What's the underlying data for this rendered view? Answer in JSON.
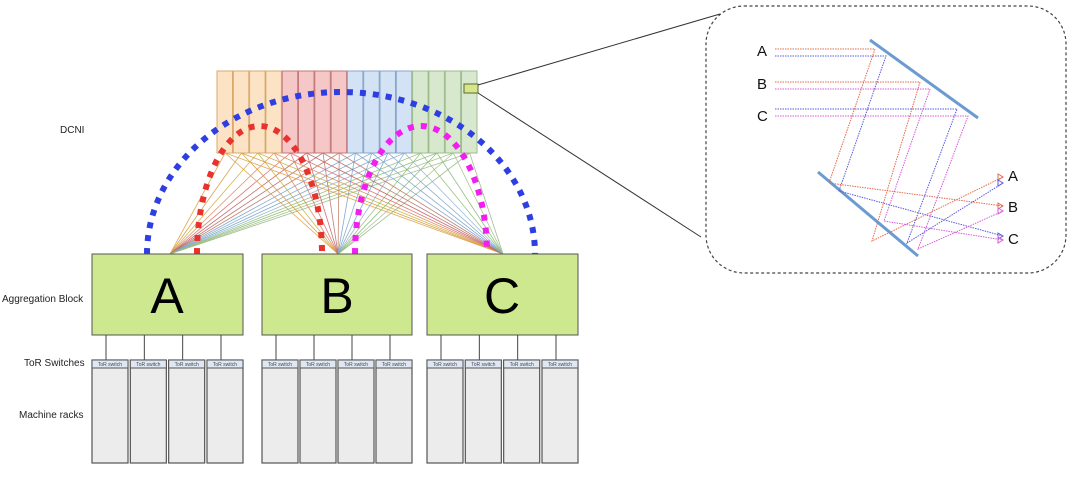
{
  "labels": {
    "dcni": "DCNI",
    "aggregation": "Aggregation Block",
    "tor": "ToR Switches",
    "racks": "Machine racks"
  },
  "dcni": {
    "panel_groups": [
      {
        "name": "orange",
        "fill": "#fde3c6",
        "stroke": "#d9a86b",
        "count": 4
      },
      {
        "name": "red",
        "fill": "#f6c7c7",
        "stroke": "#c27a7a",
        "count": 4
      },
      {
        "name": "blue",
        "fill": "#d3e3f5",
        "stroke": "#8aa7c8",
        "count": 4
      },
      {
        "name": "green",
        "fill": "#d7e8cf",
        "stroke": "#9cbc8c",
        "count": 4
      }
    ],
    "strand_colors": [
      "#e0a040",
      "#d89a3a",
      "#c9b040",
      "#e08a5a",
      "#d86a6a",
      "#c86060",
      "#b07070",
      "#c07a60",
      "#7aa0d0",
      "#80a8c8",
      "#70a0c0",
      "#90b0d8",
      "#90c070",
      "#88b878",
      "#a0c080",
      "#98b888"
    ],
    "highlight_fill": "#d8e68a"
  },
  "blocks": [
    {
      "id": "A",
      "label": "A"
    },
    {
      "id": "B",
      "label": "B"
    },
    {
      "id": "C",
      "label": "C"
    }
  ],
  "block_fill": "#cde88f",
  "tor_switch_label": "ToR switch",
  "racks_per_block": 4,
  "logical_links": [
    {
      "from": "A",
      "to": "C",
      "color": "#2f3ee0"
    },
    {
      "from": "A",
      "to": "B",
      "color": "#e8322e"
    },
    {
      "from": "B",
      "to": "C",
      "color": "#f21ef0"
    }
  ],
  "ocs_inset": {
    "inputs": [
      "A",
      "B",
      "C"
    ],
    "outputs": [
      "A",
      "B",
      "C"
    ],
    "mirror_color": "#6b9bd1",
    "fiber_colors": {
      "red": "#e56a4a",
      "blue": "#5a5ae0",
      "magenta": "#d85ad8"
    }
  }
}
